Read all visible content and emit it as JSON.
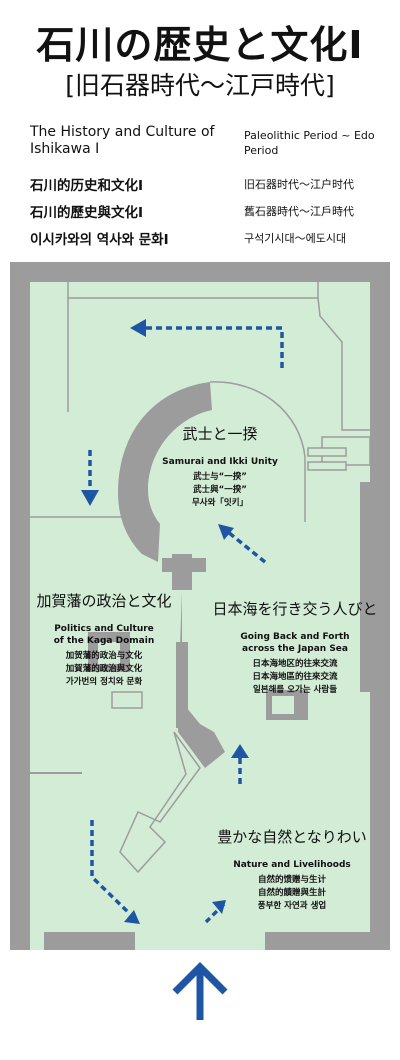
{
  "header": {
    "title": "石川の歴史と文化Ⅰ",
    "subtitle": "[旧石器時代〜江戸時代]"
  },
  "languages": [
    {
      "name": "The History and Culture of Ishikawa Ⅰ",
      "period": "Paleolithic Period ~ Edo Period"
    },
    {
      "name": "石川的历史和文化Ⅰ",
      "period": "旧石器时代〜江户时代"
    },
    {
      "name": "石川的歷史與文化Ⅰ",
      "period": "舊石器時代〜江戶時代"
    },
    {
      "name": "이시카와의 역사와 문화Ⅰ",
      "period": "구석기시대〜에도시대"
    }
  ],
  "zones": [
    {
      "jp": "武士と一揆",
      "en": "Samurai and Ikki Unity",
      "lines": [
        "武士与“一揆”",
        "武士與“一揆”",
        "무사와「잇키」"
      ]
    },
    {
      "jp": "加賀藩の政治と文化",
      "en": "Politics and Culture of the Kaga Domain",
      "lines": [
        "加贺藩的政治与文化",
        "加賀藩的政治與文化",
        "가가번의 정치와 문화"
      ]
    },
    {
      "jp": "日本海を行き交う人びと",
      "en": "Going Back and Forth across the Japan Sea",
      "lines": [
        "日本海地区的往来交流",
        "日本海地區的往來交流",
        "일본해를 오가는 사람들"
      ]
    },
    {
      "jp": "豊かな自然となりわい",
      "en": "Nature and Livelihoods",
      "lines": [
        "自然的馈赠与生计",
        "自然的饋贈與生計",
        "풍부한 자연과 생업"
      ]
    }
  ],
  "colors": {
    "floor": "#d3ecd6",
    "wall": "#9c9c9c",
    "arrow": "#1f56a4"
  },
  "icons": {
    "entrance": "up-arrow-icon"
  }
}
